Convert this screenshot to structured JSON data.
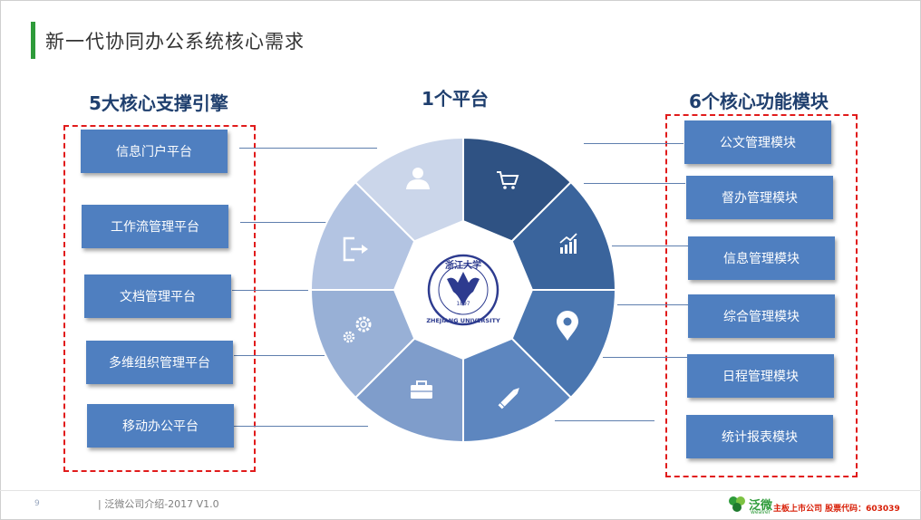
{
  "page_title": "新一代协同办公系统核心需求",
  "headings": {
    "left": "5大核心支撑引擎",
    "center": "1个平台",
    "right": "6个核心功能模块"
  },
  "left_items": [
    "信息门户平台",
    "工作流管理平台",
    "文档管理平台",
    "多维组织管理平台",
    "移动办公平台"
  ],
  "right_items": [
    "公文管理模块",
    "督办管理模块",
    "信息管理模块",
    "综合管理模块",
    "日程管理模块",
    "统计报表模块"
  ],
  "center_logo": {
    "text_top": "浙江大学",
    "year": "1897",
    "text_bottom": "ZHEJIANG UNIVERSITY"
  },
  "footer": {
    "page_number": "9",
    "text": "| 泛微公司介绍-2017 V1.0",
    "brand_name": "泛微",
    "brand_sub": "weaver",
    "listed_text": "主板上市公司  股票代码：603039"
  },
  "colors": {
    "accent_green": "#2e9b3a",
    "button_blue": "#4f7fc0",
    "heading_blue": "#1f3f6e",
    "dashed_red": "#e11b1b"
  },
  "segment_icons": [
    "cart-icon",
    "chart-up-icon",
    "location-pin-icon",
    "pencil-icon",
    "briefcase-icon",
    "gears-icon",
    "exit-icon",
    "user-icon"
  ]
}
